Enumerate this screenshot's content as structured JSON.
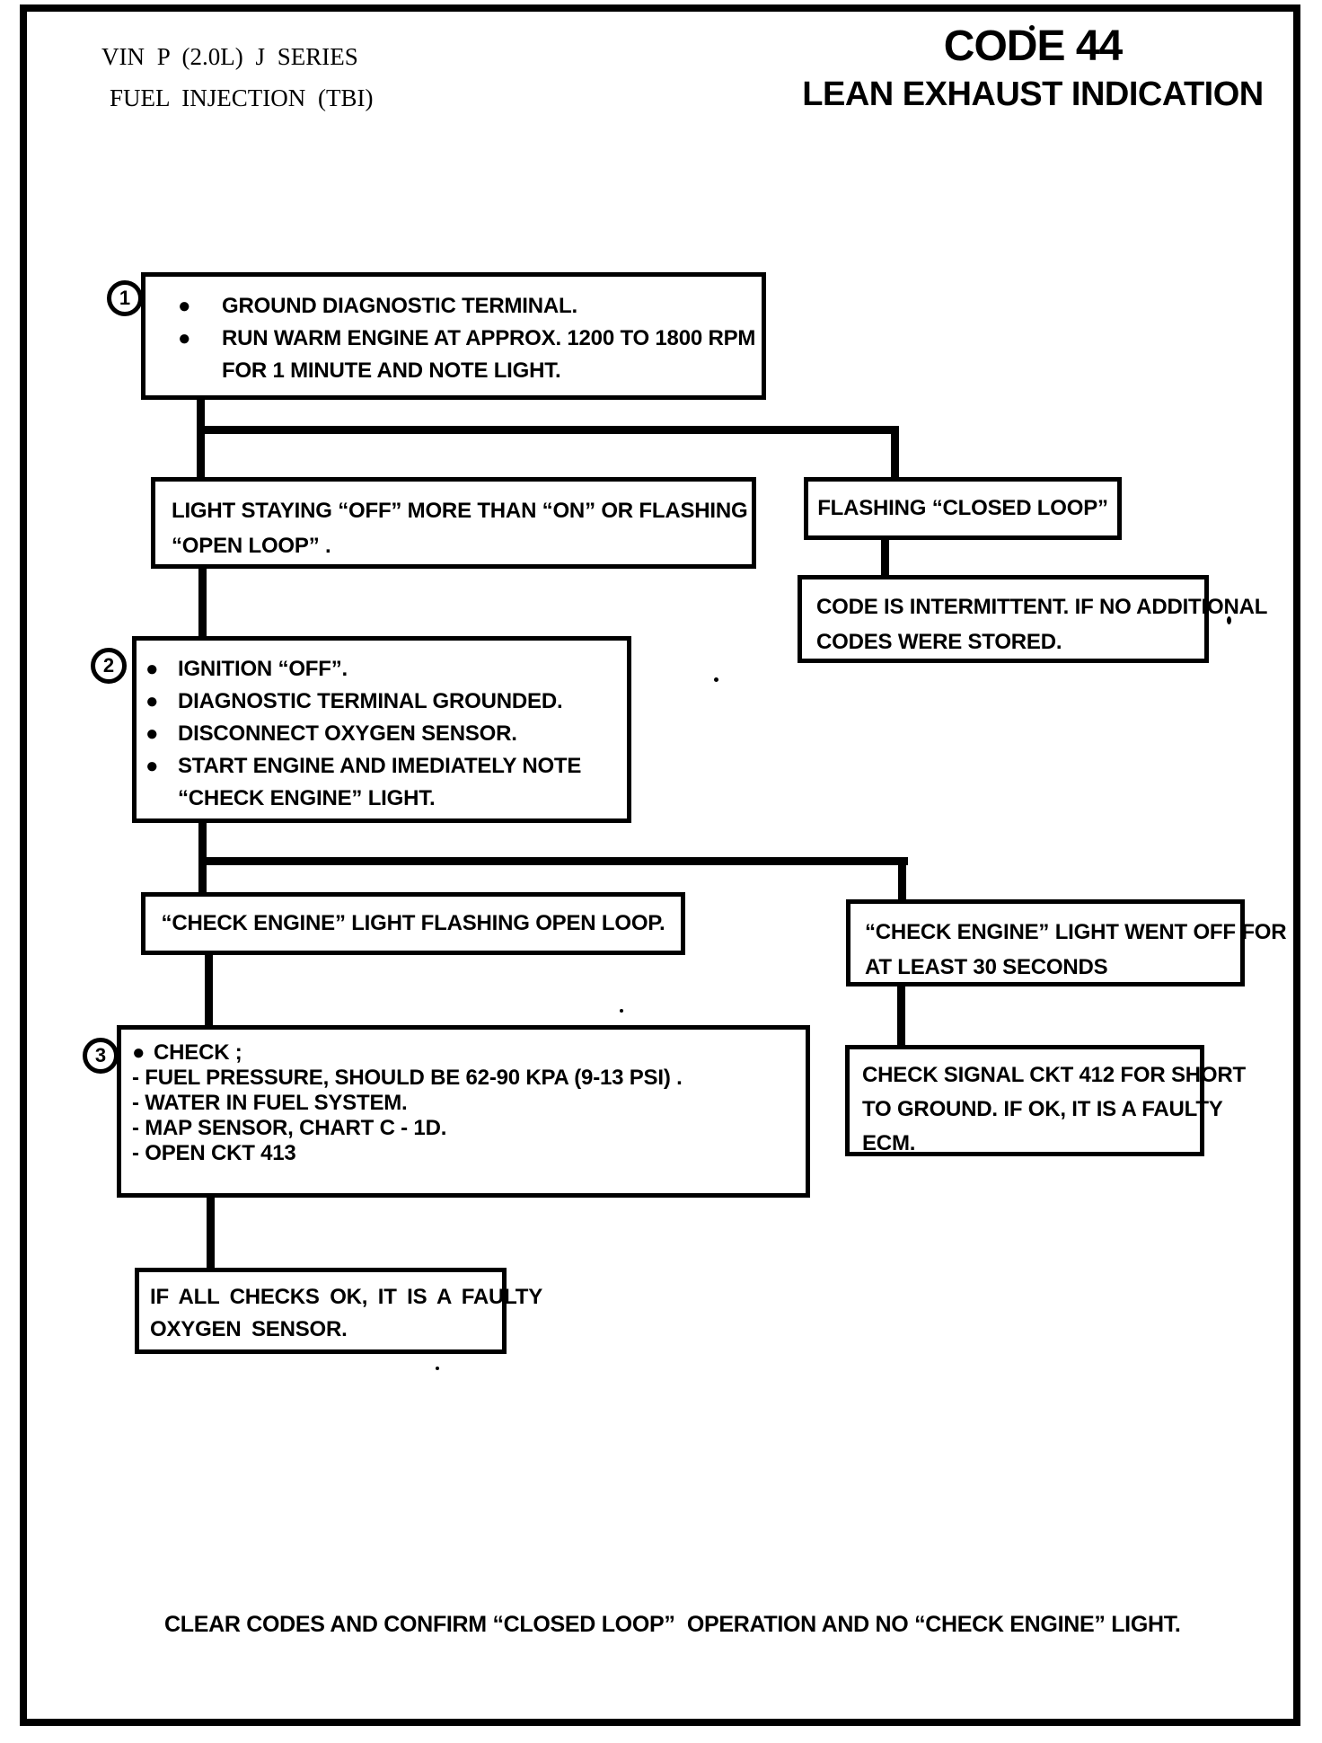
{
  "header": {
    "line1": "VIN P (2.0L) J SERIES",
    "line2": "FUEL INJECTION (TBI)"
  },
  "title": {
    "code": "CODE 44",
    "subtitle": "LEAN EXHAUST INDICATION"
  },
  "step_labels": {
    "step1": "1",
    "step2": "2",
    "step3": "3"
  },
  "boxes": {
    "step1_instructions": {
      "lines": [
        {
          "m": "●",
          "t": "GROUND DIAGNOSTIC TERMINAL."
        },
        {
          "m": "●",
          "t": "RUN WARM ENGINE AT APPROX. 1200 TO 1800 RPM"
        },
        {
          "m": "",
          "t": "FOR 1 MINUTE AND NOTE LIGHT."
        }
      ]
    },
    "light_off_open_loop": {
      "lines": [
        {
          "t": "LIGHT STAYING “OFF” MORE THAN “ON” OR FLASHING"
        },
        {
          "t": "“OPEN LOOP” ."
        }
      ]
    },
    "flashing_closed_loop": {
      "lines": [
        {
          "t": "FLASHING “CLOSED LOOP”"
        }
      ]
    },
    "code_intermittent": {
      "lines": [
        {
          "t": "CODE IS INTERMITTENT. IF NO ADDITIONAL"
        },
        {
          "t": "CODES WERE STORED."
        }
      ]
    },
    "step2_instructions": {
      "lines": [
        {
          "m": "●",
          "t": "IGNITION “OFF”."
        },
        {
          "m": "●",
          "t": "DIAGNOSTIC TERMINAL GROUNDED."
        },
        {
          "m": "●",
          "t": "DISCONNECT OXYGEN SENSOR."
        },
        {
          "m": "●",
          "t": "START ENGINE AND IMEDIATELY NOTE"
        },
        {
          "m": "",
          "t": "“CHECK ENGINE” LIGHT."
        }
      ]
    },
    "light_flashing_open_loop": {
      "lines": [
        {
          "t": "“CHECK ENGINE” LIGHT FLASHING OPEN LOOP."
        }
      ]
    },
    "light_went_off": {
      "lines": [
        {
          "t": "“CHECK ENGINE” LIGHT WENT OFF FOR"
        },
        {
          "t": "AT LEAST 30 SECONDS"
        }
      ]
    },
    "step3_checks": {
      "lines": [
        {
          "m": "●",
          "t": "CHECK ;"
        },
        {
          "m": "",
          "t": "- FUEL PRESSURE, SHOULD BE 62-90 KPA (9-13 PSI) ."
        },
        {
          "m": "",
          "t": "- WATER IN FUEL SYSTEM."
        },
        {
          "m": "",
          "t": "- MAP SENSOR, CHART C - 1D."
        },
        {
          "m": "",
          "t": "- OPEN CKT 413"
        }
      ]
    },
    "check_signal_ckt": {
      "lines": [
        {
          "t": "CHECK SIGNAL CKT 412 FOR SHORT"
        },
        {
          "t": "TO GROUND. IF OK, IT IS A FAULTY"
        },
        {
          "t": "ECM."
        }
      ]
    },
    "faulty_oxygen_sensor": {
      "lines": [
        {
          "t": "IF ALL CHECKS OK, IT IS A FAULTY"
        },
        {
          "t": "OXYGEN SENSOR."
        }
      ]
    }
  },
  "footer": "CLEAR CODES AND CONFIRM “CLOSED LOOP”  OPERATION AND NO “CHECK ENGINE” LIGHT.",
  "colors": {
    "ink": "#000000",
    "paper": "#ffffff"
  }
}
